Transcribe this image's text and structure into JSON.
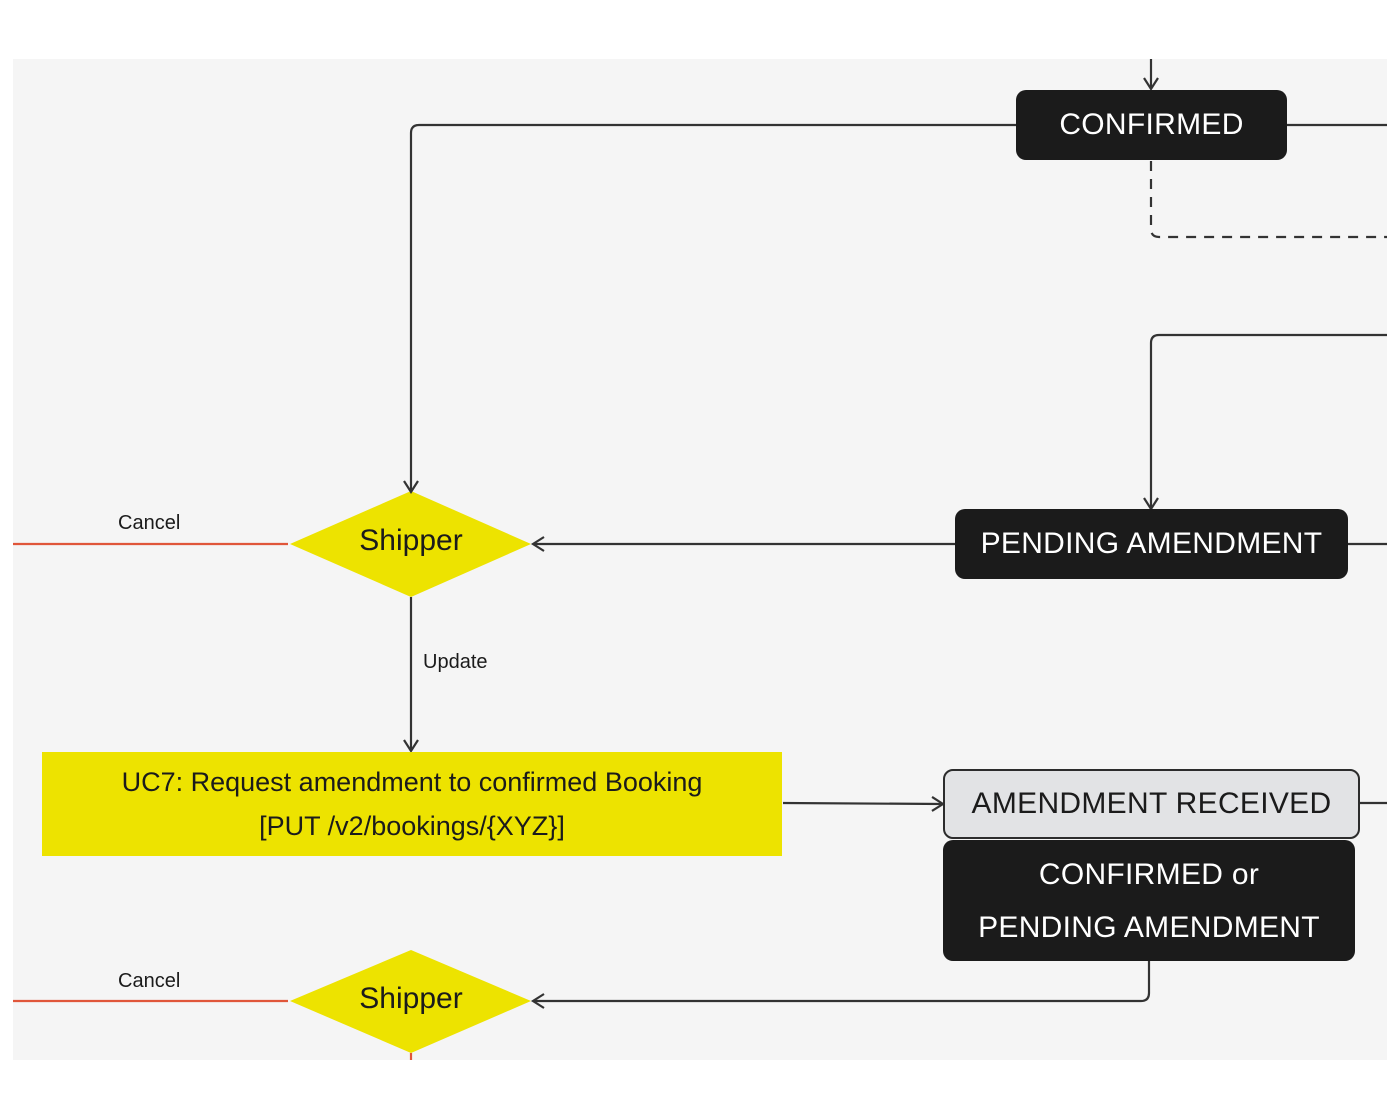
{
  "colors": {
    "canvas": "#f5f5f5",
    "state_dark": "#1b1b1b",
    "state_light": "#e2e3e5",
    "decision": "#ede300",
    "connector": "#333333",
    "cancel_connector": "#e0563a"
  },
  "states": {
    "confirmed": "CONFIRMED",
    "pending_amendment": "PENDING AMENDMENT",
    "amendment_received": "AMENDMENT RECEIVED",
    "confirmed_or_pending_line1": "CONFIRMED or",
    "confirmed_or_pending_line2": "PENDING AMENDMENT"
  },
  "decisions": {
    "shipper_top": "Shipper",
    "shipper_bottom": "Shipper"
  },
  "use_case": {
    "line1": "UC7: Request amendment to confirmed Booking",
    "line2": "[PUT /v2/bookings/{XYZ}]"
  },
  "edge_labels": {
    "cancel_top": "Cancel",
    "cancel_bottom": "Cancel",
    "update": "Update"
  }
}
